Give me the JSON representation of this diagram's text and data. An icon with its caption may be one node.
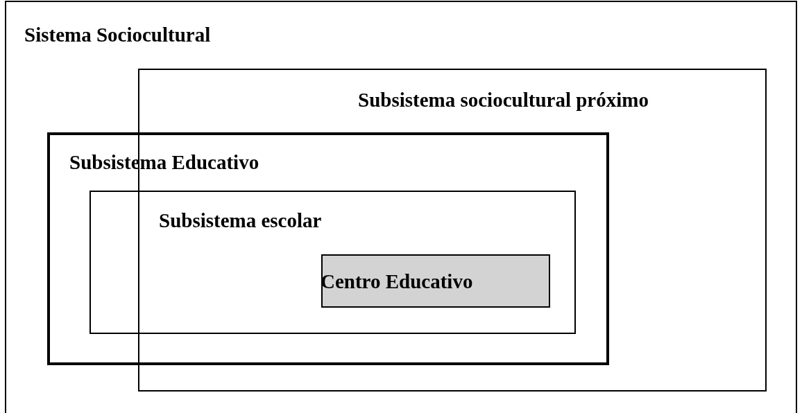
{
  "diagram": {
    "nodes": [
      {
        "text": [
          "Sistema Sociocultural"
        ]
      },
      {
        "text": [
          "Subsistema sociocultural próximo"
        ],
        "in": 0
      },
      {
        "text": [
          "Subsistema Educativo"
        ],
        "in": 0
      },
      {
        "text": [
          "Subsistema escolar"
        ],
        "in": 2
      },
      {
        "text": [
          "Centro Educativo"
        ],
        "in": 3
      }
    ]
  }
}
